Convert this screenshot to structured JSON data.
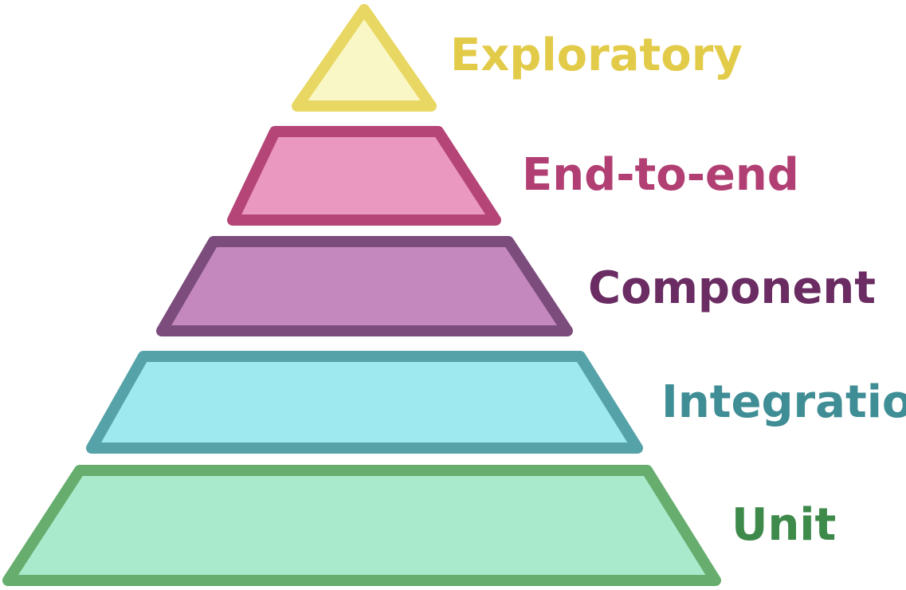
{
  "diagram": {
    "type": "pyramid",
    "order": "top-to-bottom",
    "tiers": [
      {
        "label": "Exploratory",
        "fill": "#FAF7C7",
        "stroke": "#E8D863",
        "text_color": "#E3CB4A"
      },
      {
        "label": "End-to-end",
        "fill": "#EA98C0",
        "stroke": "#B54477",
        "text_color": "#B13F73"
      },
      {
        "label": "Component",
        "fill": "#C488BF",
        "stroke": "#7B4C7C",
        "text_color": "#6A2C62"
      },
      {
        "label": "Integration",
        "fill": "#9EE8EF",
        "stroke": "#56A2A9",
        "text_color": "#3F8D95"
      },
      {
        "label": "Unit",
        "fill": "#A8EACB",
        "stroke": "#66AD6E",
        "text_color": "#3E8A4B"
      }
    ]
  }
}
